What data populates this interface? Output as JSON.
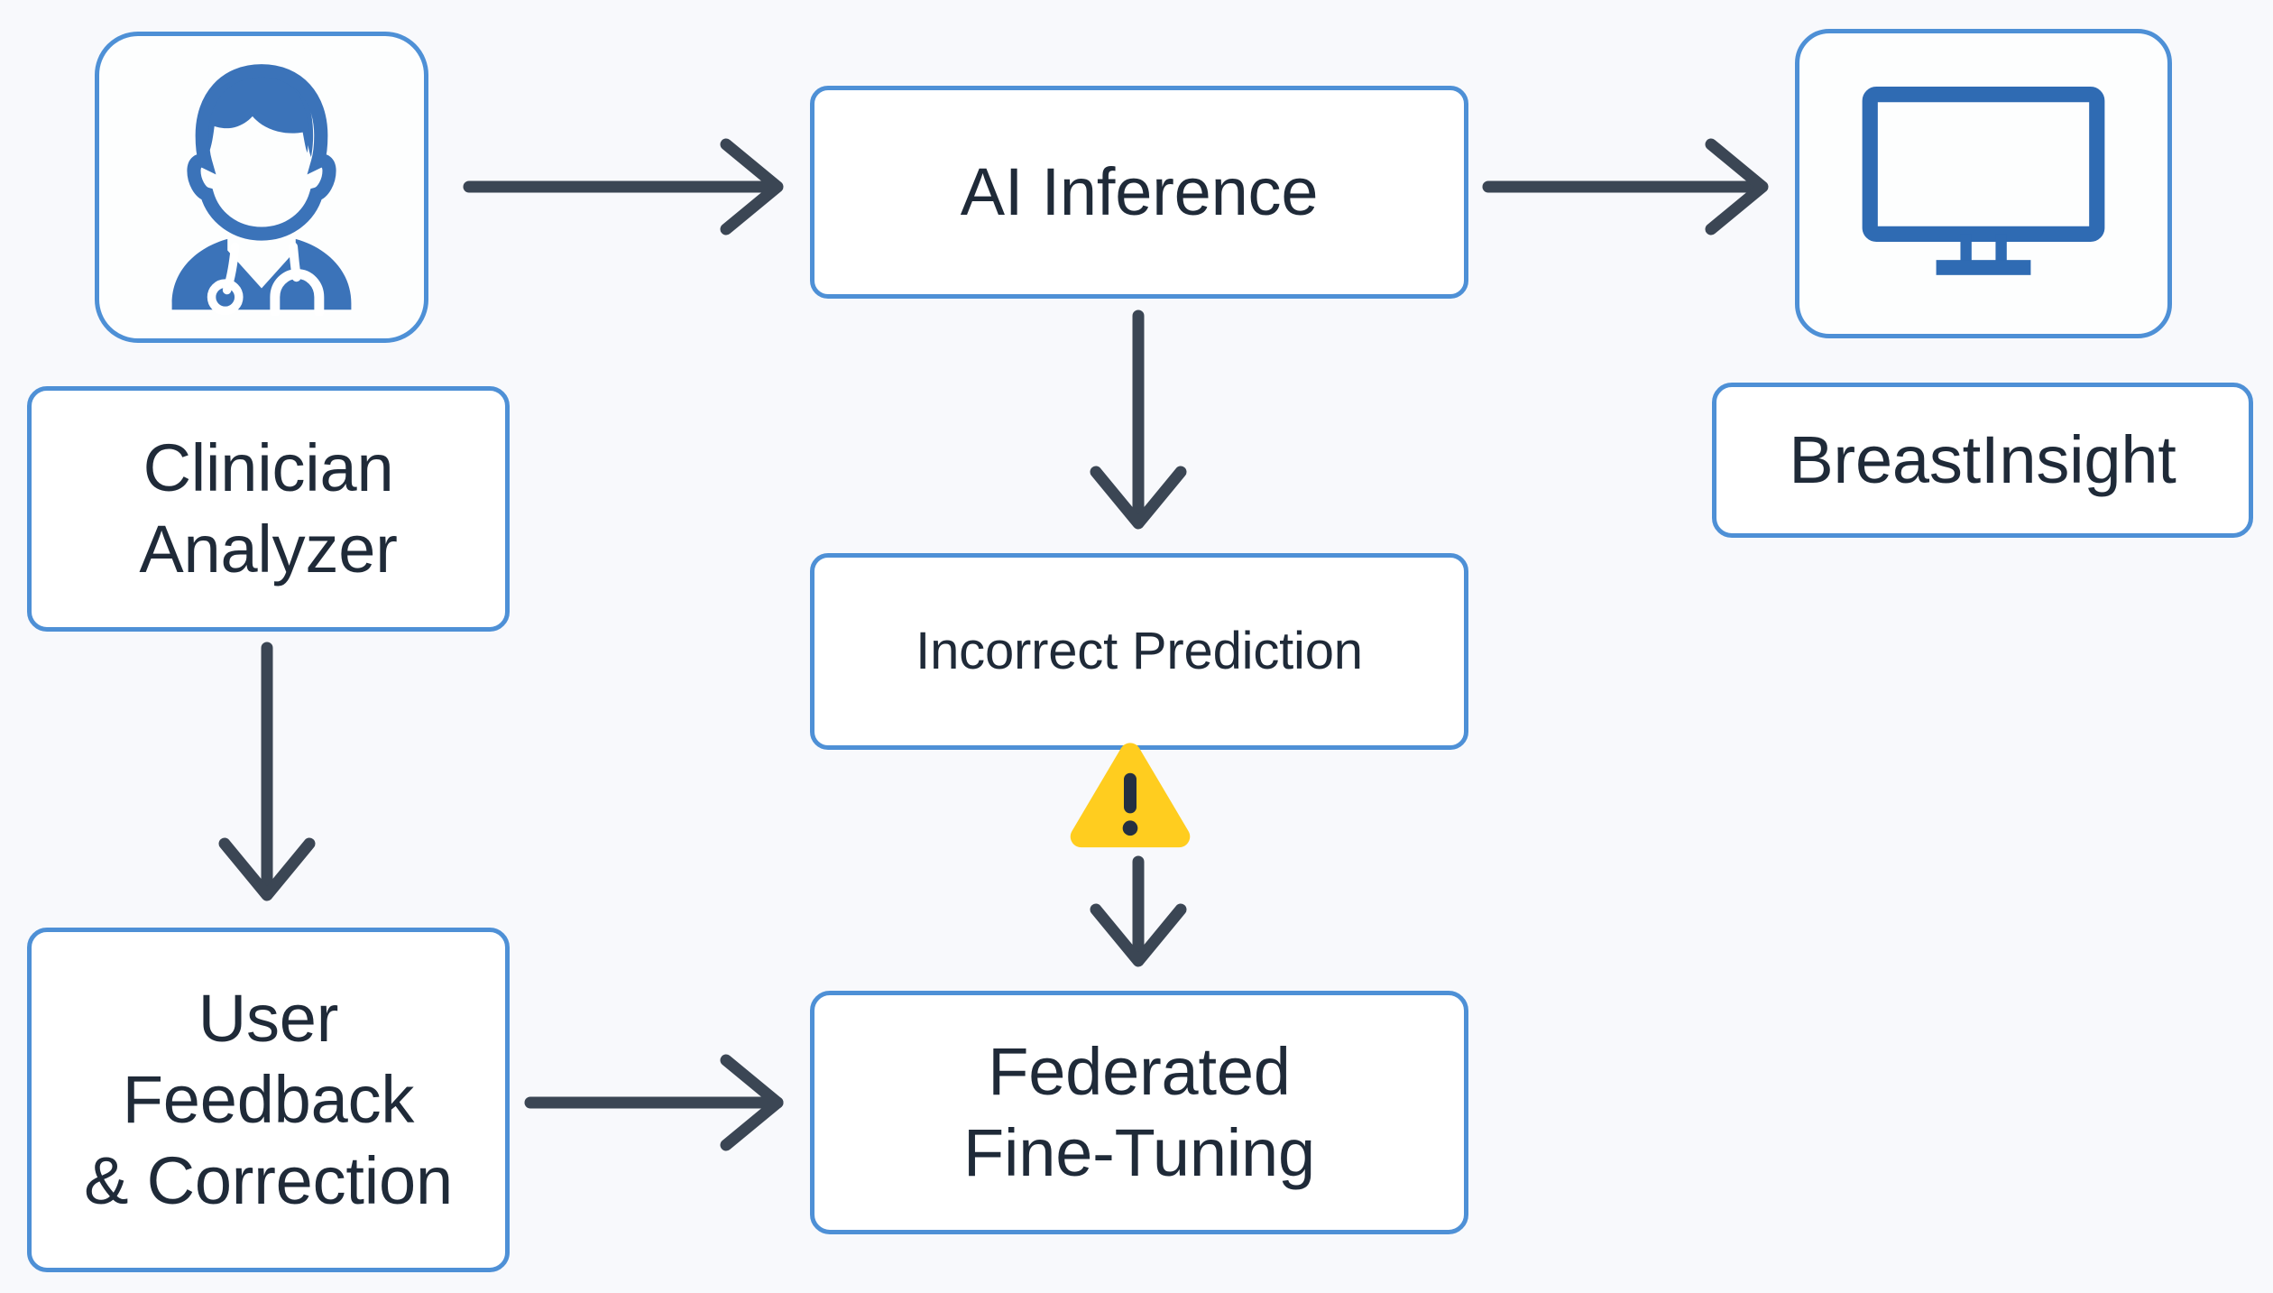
{
  "diagram": {
    "type": "flowchart",
    "background_color": "#f8f9fc",
    "node_border_color": "#4e90d6",
    "node_fill_color": "#ffffff",
    "text_color": "#1f2a38",
    "arrow_color": "#3b4654",
    "icon_color": "#3b73b9",
    "warning_color": "#ffcd1f",
    "nodes": [
      {
        "id": "clinician-icon",
        "label": "",
        "icon": "clinician-figure-icon"
      },
      {
        "id": "clinician-label",
        "label": "Clinician\nAnalyzer"
      },
      {
        "id": "ai-inference",
        "label": "AI Inference"
      },
      {
        "id": "monitor-icon",
        "label": "",
        "icon": "monitor-display-icon"
      },
      {
        "id": "breastinsight",
        "label": "BreastInsight"
      },
      {
        "id": "incorrect-prediction",
        "label": "Incorrect Prediction"
      },
      {
        "id": "user-feedback",
        "label": "User\nFeedback\n& Correction"
      },
      {
        "id": "federated",
        "label": "Federated\nFine-Tuning"
      }
    ],
    "badges": [
      {
        "id": "warning-badge",
        "icon": "warning-triangle-icon",
        "glyph": "!"
      }
    ],
    "edges": [
      {
        "from": "clinician-icon",
        "to": "ai-inference",
        "direction": "right"
      },
      {
        "from": "ai-inference",
        "to": "monitor-icon",
        "direction": "right"
      },
      {
        "from": "ai-inference",
        "to": "incorrect-prediction",
        "direction": "down"
      },
      {
        "from": "clinician-label",
        "to": "user-feedback",
        "direction": "down"
      },
      {
        "from": "incorrect-prediction",
        "to": "federated",
        "direction": "down"
      },
      {
        "from": "user-feedback",
        "to": "federated",
        "direction": "right"
      }
    ]
  },
  "labels": {
    "clinician_analyzer": "Clinician\nAnalyzer",
    "ai_inference": "AI Inference",
    "breastinsight": "BreastInsight",
    "incorrect_prediction": "Incorrect Prediction",
    "user_feedback": "User\nFeedback\n& Correction",
    "federated_fine_tuning": "Federated\nFine-Tuning"
  },
  "icons": {
    "clinician": "clinician-figure-icon",
    "monitor": "monitor-display-icon",
    "warning": "warning-triangle-icon"
  }
}
